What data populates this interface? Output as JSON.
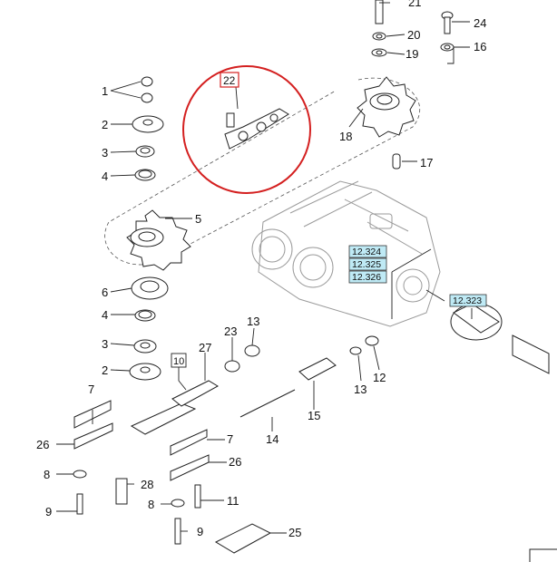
{
  "labels": {
    "l1": "1",
    "l2a": "2",
    "l3a": "3",
    "l4a": "4",
    "l5": "5",
    "l6": "6",
    "l4b": "4",
    "l3b": "3",
    "l2b": "2",
    "l7a": "7",
    "l26a": "26",
    "l8a": "8",
    "l9a": "9",
    "l10": "10",
    "l27": "27",
    "l23": "23",
    "l13a": "13",
    "l28": "28",
    "l8b": "8",
    "l9b": "9",
    "l11": "11",
    "l7b": "7",
    "l26b": "26",
    "l25": "25",
    "l14": "14",
    "l15": "15",
    "l13b": "13",
    "l12": "12",
    "l22": "22",
    "l18": "18",
    "l21": "21",
    "l20": "20",
    "l19": "19",
    "l24": "24",
    "l16": "16",
    "l17": "17"
  },
  "references": {
    "r12324": "12.324",
    "r12325": "12.325",
    "r12326": "12.326",
    "r12323": "12.323"
  },
  "colors": {
    "highlight_circle": "#d42020",
    "reference_fill": "#bfeaf5"
  }
}
